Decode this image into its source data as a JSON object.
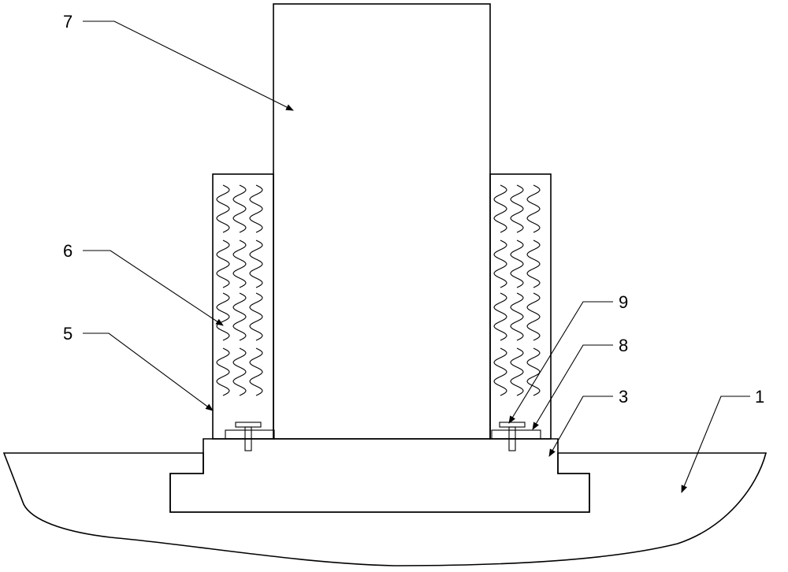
{
  "diagram": {
    "callouts": [
      {
        "id": "7",
        "text": "7"
      },
      {
        "id": "6",
        "text": "6"
      },
      {
        "id": "5",
        "text": "5"
      },
      {
        "id": "9",
        "text": "9"
      },
      {
        "id": "8",
        "text": "8"
      },
      {
        "id": "3",
        "text": "3"
      },
      {
        "id": "1",
        "text": "1"
      }
    ],
    "colors": {
      "stroke": "#000000",
      "background": "#ffffff"
    }
  }
}
